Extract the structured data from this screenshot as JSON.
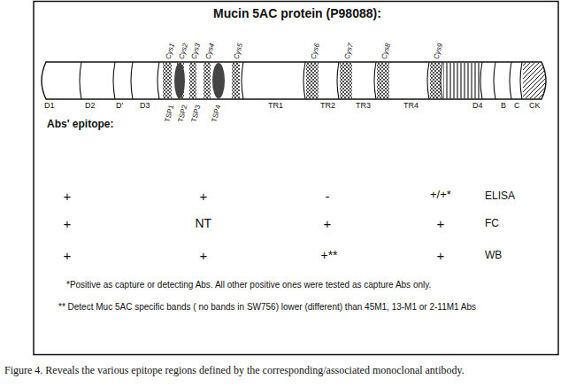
{
  "diagram": {
    "title": "Mucin 5AC protein (P98088):",
    "caption": "Figure 4. Reveals the various epitope regions defined by the corresponding/associated monoclonal antibody.",
    "labels": [
      "Cys1",
      "Cys2",
      "Cys3",
      "Cys4",
      "Cys5",
      "Cys6",
      "Cys7",
      "Cys8",
      "Cys9",
      "D1",
      "D2",
      "D'",
      "D3",
      "TSP1",
      "TSP2",
      "TSP3",
      "TSP4",
      "TR1",
      "TR2",
      "TR3",
      "TR4",
      "D4",
      "B",
      "C",
      "CK",
      "Abs' epitope:",
      "+",
      "+",
      "-",
      "+/+*",
      "ELISA",
      "+",
      "NT",
      "+",
      "+",
      "FC",
      "+",
      "+",
      "+**",
      "+",
      "WB",
      "*Positive as  capture or detecting Abs. All other positive ones were tested as capture Abs only.",
      "** Detect Muc 5AC specific bands ( no bands in SW756) lower (different) than 45M1, 13-M1 or 2-11M1 Abs"
    ]
  }
}
